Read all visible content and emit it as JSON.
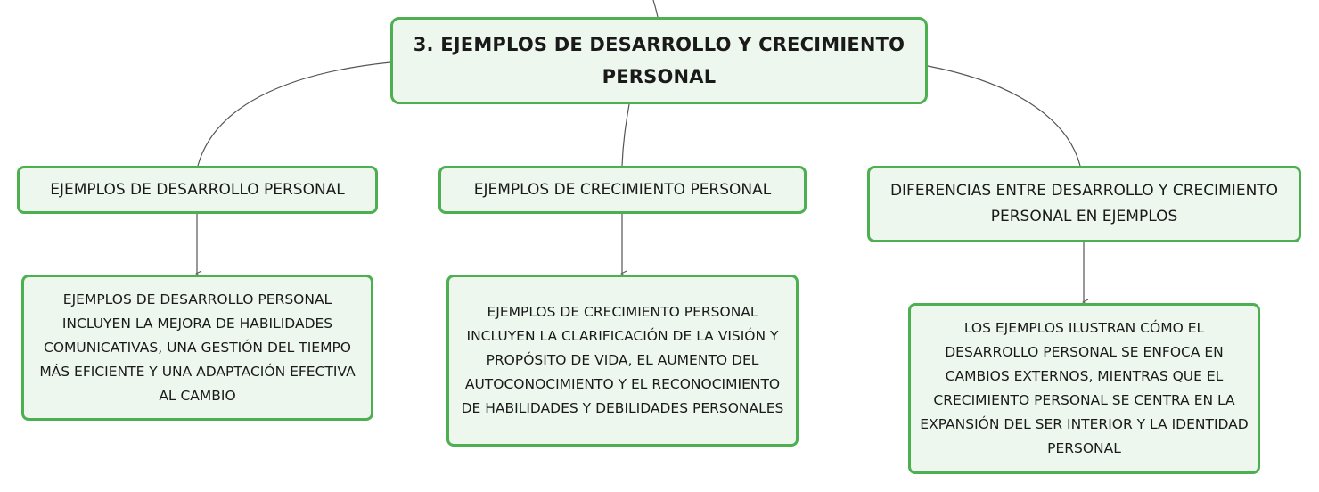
{
  "colors": {
    "node_fill": "#eef7ee",
    "node_border": "#4caf50",
    "connector": "#555555",
    "text": "#1a1a1a"
  },
  "central_topic": {
    "label": "3. EJEMPLOS DE DESARROLLO Y CRECIMIENTO PERSONAL"
  },
  "branches": [
    {
      "label": "EJEMPLOS DE DESARROLLO PERSONAL",
      "detail": "EJEMPLOS DE DESARROLLO PERSONAL INCLUYEN LA MEJORA DE HABILIDADES COMUNICATIVAS, UNA GESTIÓN DEL TIEMPO MÁS EFICIENTE Y UNA ADAPTACIÓN EFECTIVA AL CAMBIO"
    },
    {
      "label": "EJEMPLOS DE CRECIMIENTO PERSONAL",
      "detail": "EJEMPLOS DE CRECIMIENTO PERSONAL INCLUYEN LA CLARIFICACIÓN DE LA VISIÓN Y PROPÓSITO DE VIDA, EL AUMENTO DEL AUTOCONOCIMIENTO Y EL RECONOCIMIENTO DE HABILIDADES Y DEBILIDADES PERSONALES"
    },
    {
      "label": "DIFERENCIAS ENTRE DESARROLLO Y CRECIMIENTO PERSONAL EN EJEMPLOS",
      "detail": "LOS EJEMPLOS ILUSTRAN CÓMO EL DESARROLLO PERSONAL SE ENFOCA EN CAMBIOS EXTERNOS, MIENTRAS QUE EL CRECIMIENTO PERSONAL SE CENTRA EN LA EXPANSIÓN DEL SER INTERIOR Y LA IDENTIDAD PERSONAL"
    }
  ]
}
